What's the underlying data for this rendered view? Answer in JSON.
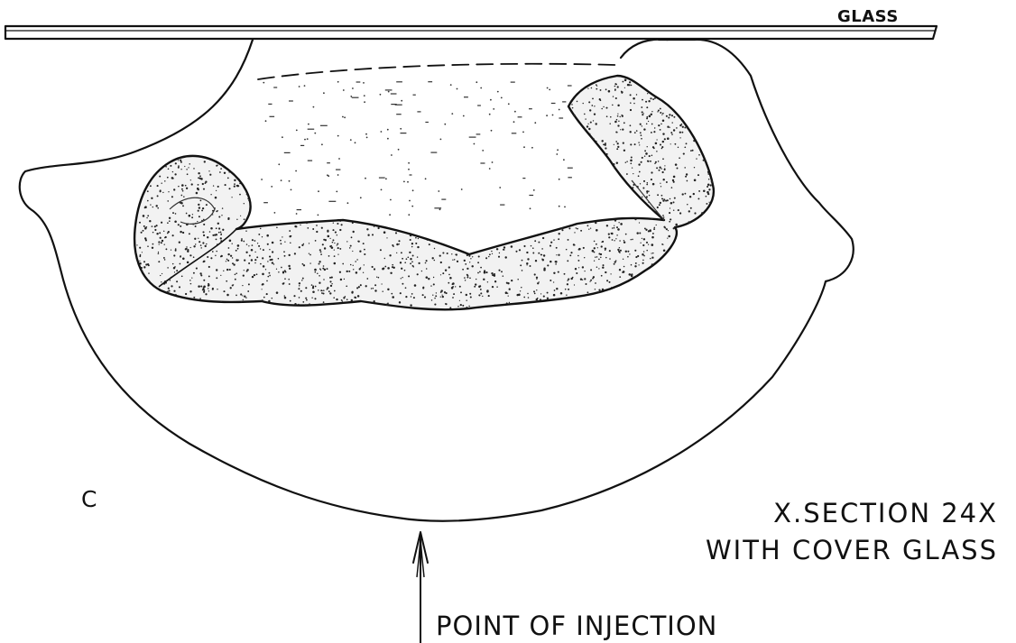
{
  "labels": {
    "glass": "GLASS",
    "panel_letter": "C",
    "title_line_1": "X.SECTION  24X",
    "title_line_2": "WITH COVER GLASS",
    "injection": "POINT OF INJECTION"
  },
  "colors": {
    "ink": "#111111",
    "background": "#ffffff"
  }
}
